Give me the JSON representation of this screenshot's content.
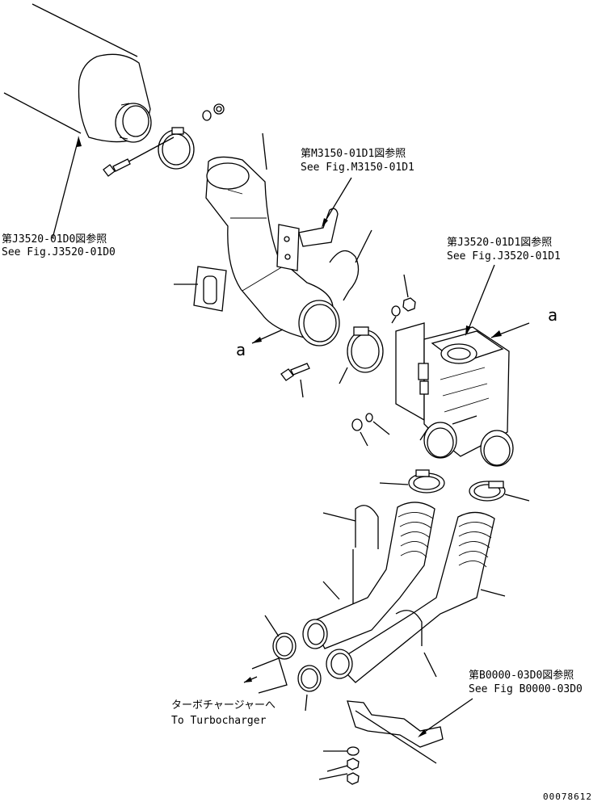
{
  "callouts": {
    "muffler_ref_jp": "第J3520-01D0図参照",
    "muffler_ref_en": "See Fig.J3520-01D0",
    "bracket_ref_jp": "第M3150-01D1図参照",
    "bracket_ref_en": "See Fig.M3150-01D1",
    "manifold_ref_jp": "第J3520-01D1図参照",
    "manifold_ref_en": "See Fig.J3520-01D1",
    "frame_ref_jp": "第B0000-03D0図参照",
    "frame_ref_en": "See Fig B0000-03D0",
    "turbo_jp": "ターボチャージャーへ",
    "turbo_en": "To Turbocharger"
  },
  "marks": {
    "a_left": "a",
    "a_right": "a"
  },
  "drawing_number": "00078612"
}
